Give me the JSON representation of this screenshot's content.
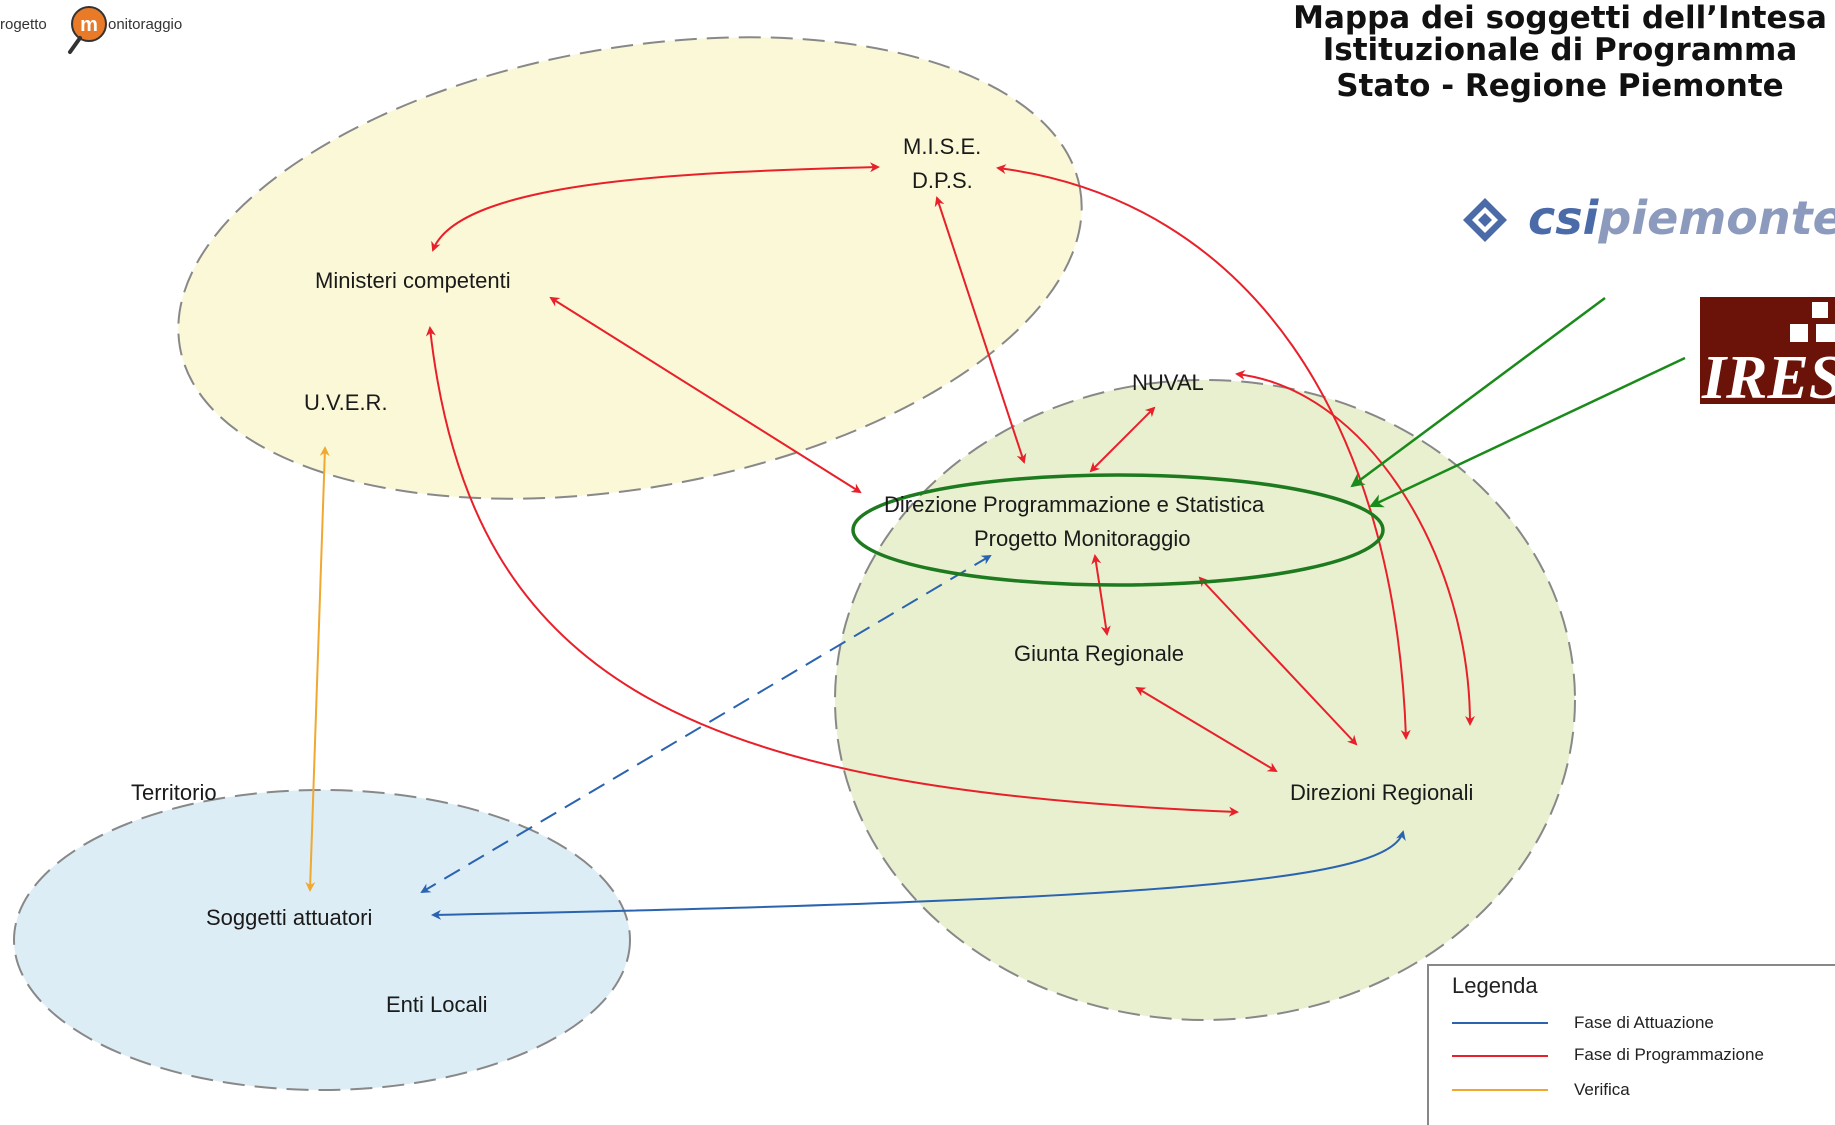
{
  "header": {
    "logo_left": "rogetto",
    "logo_m": "m",
    "logo_right": "onitoraggio",
    "title_lines": [
      "Mappa dei soggetti dell’Intesa",
      "Istituzionale di Programma",
      "Stato - Regione Piemonte"
    ]
  },
  "logos": {
    "csi_prefix": "csi",
    "csi_suffix": "piemonte",
    "ires": "IRES"
  },
  "nodes": {
    "mise": "M.I.S.E.",
    "dps": "D.P.S.",
    "ministeri": "Ministeri competenti",
    "uver": "U.V.E.R.",
    "nuval": "NUVAL",
    "direzione_programmazione": "Direzione Programmazione e Statistica",
    "progetto_monitoraggio": "Progetto Monitoraggio",
    "giunta": "Giunta Regionale",
    "direzioni_regionali": "Direzioni Regionali",
    "territorio": "Territorio",
    "soggetti_attuatori": "Soggetti attuatori",
    "enti_locali": "Enti Locali"
  },
  "legend": {
    "title": "Legenda",
    "items": [
      {
        "label": "Fase di Attuazione",
        "color": "#2a64b0"
      },
      {
        "label": "Fase di Programmazione",
        "color": "#e8202a"
      },
      {
        "label": "Verifica",
        "color": "#f0a830"
      }
    ]
  },
  "colors": {
    "state_area": "#fbf8d8",
    "region_area": "#e8f0cf",
    "territory_area": "#dcedf5",
    "highlight": "#1e7a1e",
    "green_arrow": "#1a8a1a",
    "csi_blue": "#4a6aa8",
    "ires_red": "#6b1308"
  }
}
